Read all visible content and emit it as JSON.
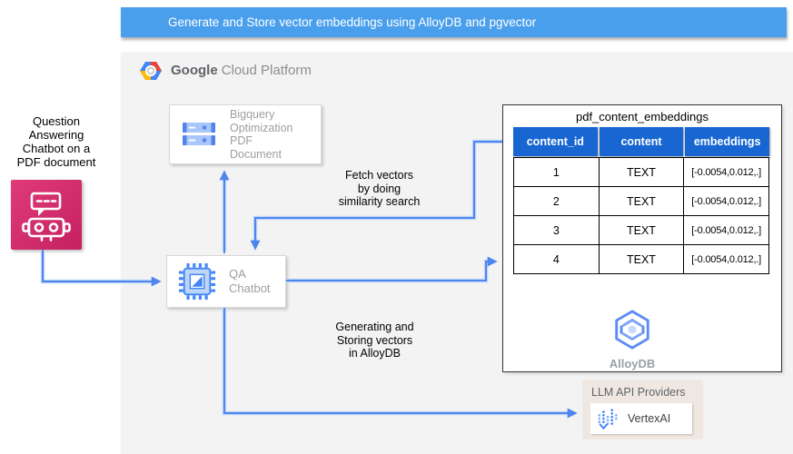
{
  "banner": {
    "title": "Generate and Store vector embeddings using AlloyDB and pgvector"
  },
  "platform": {
    "brand_bold": "Google",
    "brand_rest": "Cloud Platform"
  },
  "left_note": {
    "text": "Question\nAnswering\nChatbot on a\nPDF document"
  },
  "nodes": {
    "bigquery": {
      "label": "Bigquery\nOptimization\nPDF\nDocument"
    },
    "qa_chatbot": {
      "label": "QA\nChatbot"
    },
    "alloydb": {
      "label": "AlloyDB"
    },
    "vertexai": {
      "label": "VertexAI"
    },
    "llm_panel_title": "LLM API Providers"
  },
  "edges": {
    "fetch": {
      "label": "Fetch vectors\nby doing\nsimilarity search"
    },
    "store": {
      "label": "Generating and\nStoring vectors\nin AlloyDB"
    }
  },
  "embeddings_table": {
    "title": "pdf_content_embeddings",
    "columns": [
      "content_id",
      "content",
      "embeddings"
    ],
    "rows": [
      [
        "1",
        "TEXT",
        "[-0.0054,0.012,.]"
      ],
      [
        "2",
        "TEXT",
        "[-0.0054,0.012,.]"
      ],
      [
        "3",
        "TEXT",
        "[-0.0054,0.012,.]"
      ],
      [
        "4",
        "TEXT",
        "[-0.0054,0.012,.]"
      ]
    ]
  },
  "colors": {
    "banner_bg": "#4A9FEC",
    "arrow": "#4E86EE",
    "table_header_bg": "#1766D1",
    "chatbot_pink_light": "#E03A78",
    "chatbot_pink_dark": "#C52161",
    "panel_bg": "#F3F3F3",
    "llm_panel_bg": "#EFE8E2",
    "icon_blue": "#4285F4",
    "icon_blue_light": "#A9C6FA",
    "gray_text": "#9E9E9E"
  }
}
